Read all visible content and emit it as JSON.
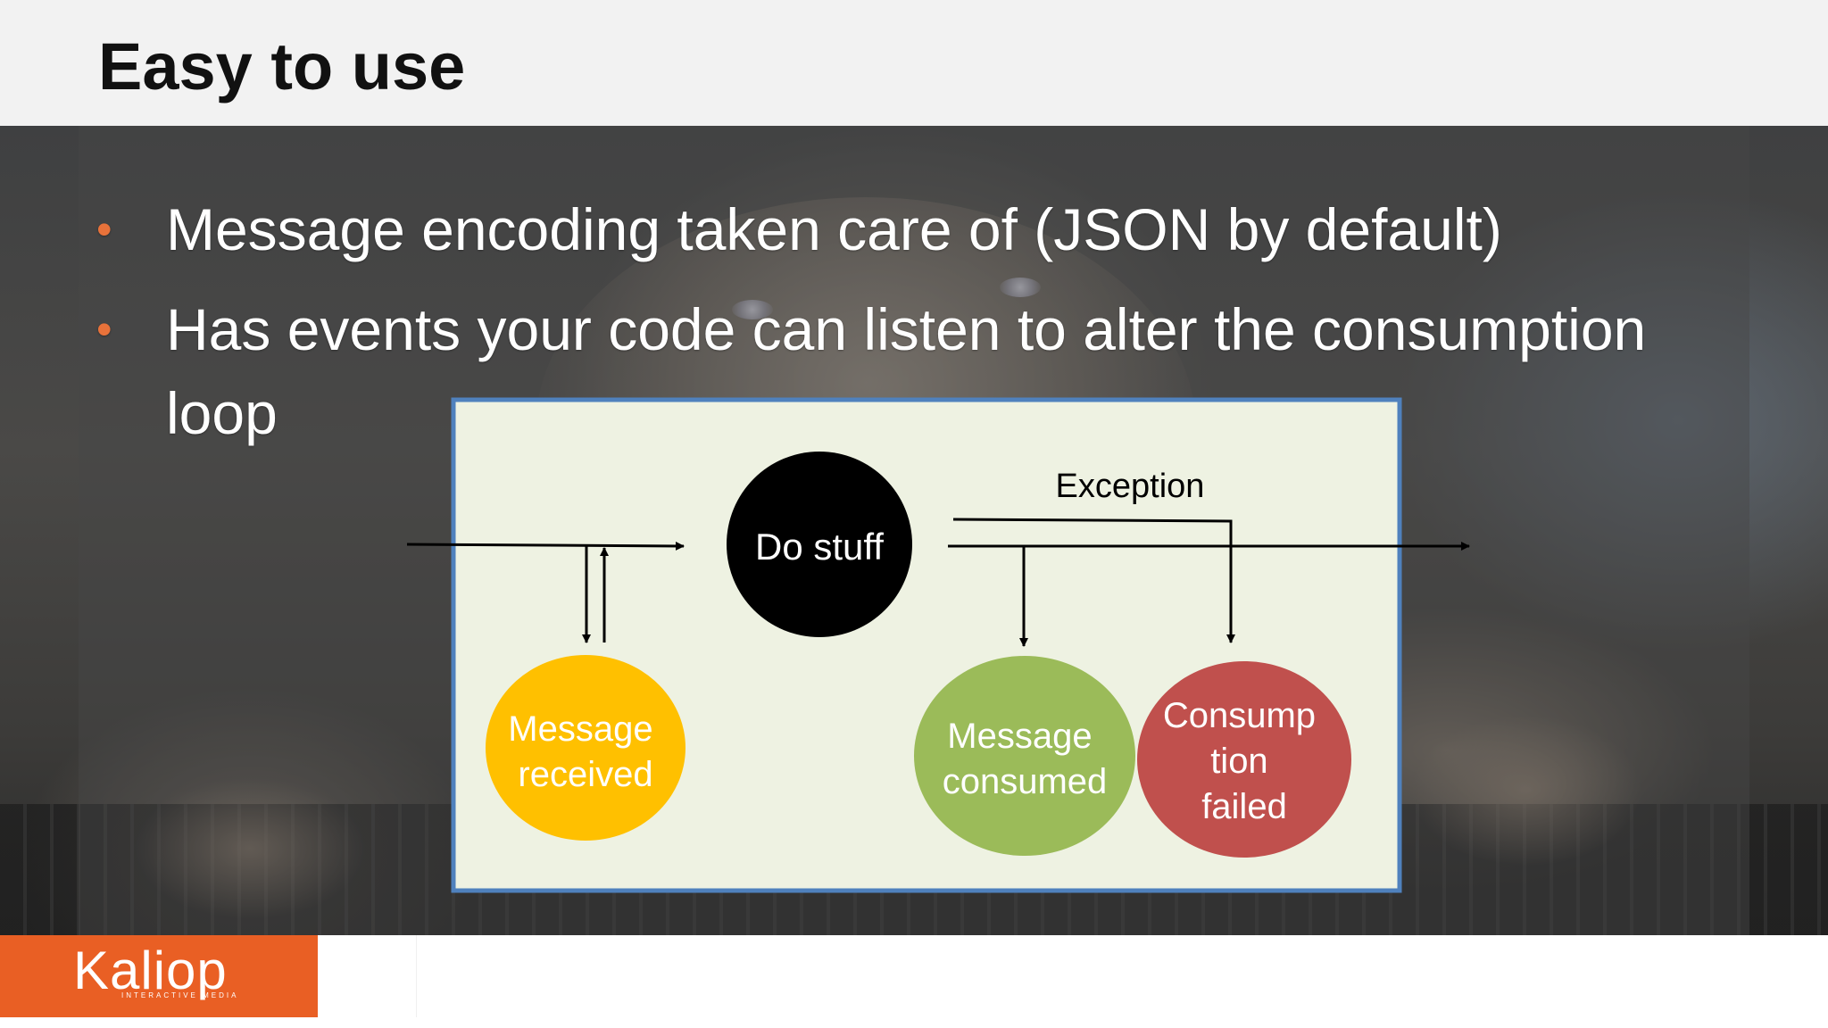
{
  "slide": {
    "title": "Easy to use",
    "bullets": [
      "Message encoding taken care of (JSON by default)",
      "Has events your code can listen to alter the consumption loop"
    ]
  },
  "diagram": {
    "nodes": {
      "do_stuff": {
        "label": "Do stuff",
        "color": "#000000"
      },
      "message_received": {
        "label_lines": [
          "Message",
          "received"
        ],
        "color": "#ffc000"
      },
      "message_consumed": {
        "label_lines": [
          "Message",
          "consumed"
        ],
        "color": "#9bbb59"
      },
      "consumption_failed": {
        "label_lines": [
          "Consump",
          "tion",
          "failed"
        ],
        "color": "#c0504d"
      }
    },
    "edge_labels": {
      "exception": "Exception"
    },
    "box_fill": "#eef2e2",
    "box_border": "#4f81bd"
  },
  "logo": {
    "name": "Kaliop",
    "tagline": "INTERACTIVE MEDIA"
  },
  "colors": {
    "accent": "#e95f24",
    "bullet": "#e8723a"
  }
}
